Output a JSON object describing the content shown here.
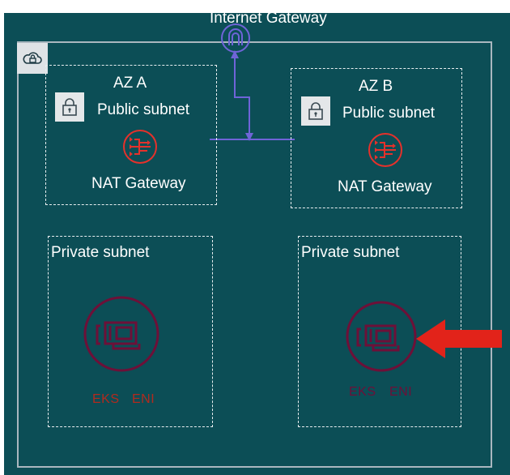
{
  "diagram": {
    "title": "Internet Gateway",
    "vpc_icon": "cloud-lock-icon",
    "zones": [
      {
        "name": "AZ A",
        "public_subnet_label": "Public subnet",
        "nat_label": "NAT Gateway",
        "private_subnet_label": "Private subnet",
        "eni_label_part1": "EKS",
        "eni_label_part2": "ENI"
      },
      {
        "name": "AZ B",
        "public_subnet_label": "Public subnet",
        "nat_label": "NAT Gateway",
        "private_subnet_label": "Private subnet",
        "eni_label_part1": "EKS",
        "eni_label_part2": "ENI"
      }
    ],
    "highlight": "red-arrow-icon",
    "colors": {
      "background": "#0c4e56",
      "nat": "#e5312b",
      "eni": "#6d1038",
      "eni_text": "#b22a1e",
      "connector": "#6f64d8",
      "arrow": "#e2231a"
    }
  }
}
